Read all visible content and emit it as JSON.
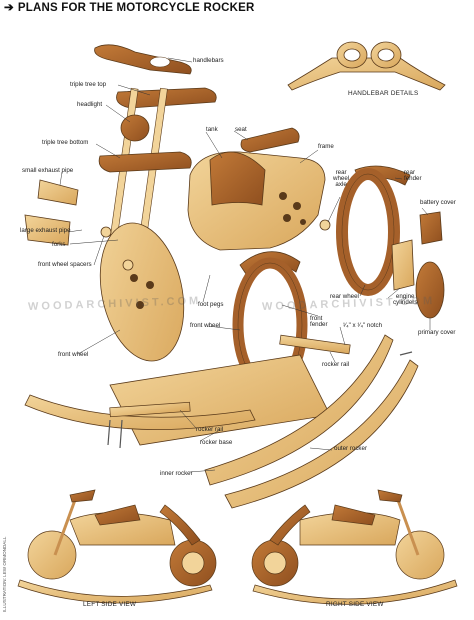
{
  "title": "PLANS FOR THE MOTORCYCLE ROCKER",
  "labels": {
    "handlebars": "handlebars",
    "triple_tree_top": "triple tree top",
    "headlight": "headlight",
    "triple_tree_bottom": "triple tree bottom",
    "small_exhaust_pipe": "small exhaust pipe",
    "large_exhaust_pipe": "large exhaust pipe",
    "forks": "forks",
    "front_wheel_spacers": "front wheel spacers",
    "front_wheel_left": "front wheel",
    "tank": "tank",
    "seat": "seat",
    "frame": "frame",
    "rear_wheel_axle": "rear\nwheel\naxle",
    "rear_fender": "rear\nfender",
    "battery_cover": "battery cover",
    "foot_pegs": "foot pegs",
    "front_wheel_mid": "front wheel",
    "front_fender": "front\nfender",
    "notch": "¹⁄₄\" x ¹⁄₄\" notch",
    "rear_wheel": "rear wheel",
    "engine_cylinders": "engine\ncylinders",
    "primary_cover": "primary cover",
    "rocker_rail_right": "rocker rail",
    "rocker_rail_left": "rocker rail",
    "rocker_base": "rocker base",
    "inner_rocker": "inner rocker",
    "outer_rocker": "outer rocker"
  },
  "captions": {
    "handlebar_details": "HANDLEBAR DETAILS",
    "left_side_view": "LEFT SIDE VIEW",
    "right_side_view": "RIGHT SIDE VIEW"
  },
  "credit": "ILLUSTRATION: LEW ORMONDALL",
  "watermarks": [
    "WOODARCHIVIST.COM",
    "WOODARCHIVIST.COM"
  ],
  "colors": {
    "light_wood": "#e9c27f",
    "mid_wood": "#d9a75c",
    "dark_wood": "#a5602a",
    "outline": "#5a3a1a",
    "line": "#333333"
  }
}
